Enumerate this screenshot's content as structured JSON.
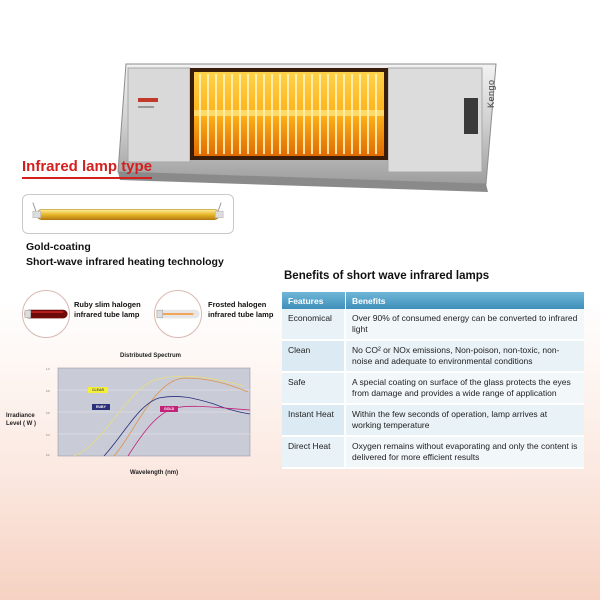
{
  "heater": {
    "brand": "Kengo",
    "label_text": "KENGO"
  },
  "lamp_section": {
    "title": "Infrared lamp type",
    "gold_caption_line1": "Gold-coating",
    "gold_caption_line2": "Short-wave infrared heating technology",
    "ruby_label_line1": "Ruby slim halogen",
    "ruby_label_line2": "infrared tube lamp",
    "frosted_label_line1": "Frosted halogen",
    "frosted_label_line2": "infrared tube lamp"
  },
  "spectrum": {
    "title": "Distributed  Spectrum",
    "ylabel_line1": "Irradiance",
    "ylabel_line2": "Level ( W )",
    "xlabel": "Wavelength (nm)",
    "tags": {
      "clear": "CLEAR",
      "ruby": "RUBY",
      "gold": "GOLD"
    },
    "colors": {
      "clear": "#f5ef3a",
      "ruby": "#2a2f7a",
      "gold": "#c2237a"
    }
  },
  "benefits": {
    "title": "Benefits of short wave infrared lamps",
    "header": {
      "features": "Features",
      "benefits": "Benefits"
    },
    "rows": [
      {
        "feature": "Economical",
        "benefit": "Over 90% of consumed energy can be converted to infrared light"
      },
      {
        "feature": "Clean",
        "benefit": "No CO² or NOx emissions, Non-poison, non-toxic, non-noise and adequate to environmental conditions"
      },
      {
        "feature": "Safe",
        "benefit": "A special coating on surface of the glass protects the eyes from damage and provides a wide range of application"
      },
      {
        "feature": "Instant Heat",
        "benefit": "Within the few seconds of operation, lamp arrives at working temperature"
      },
      {
        "feature": "Direct Heat",
        "benefit": "Oxygen remains without evaporating and only the content is delivered for more efficient results"
      }
    ]
  }
}
